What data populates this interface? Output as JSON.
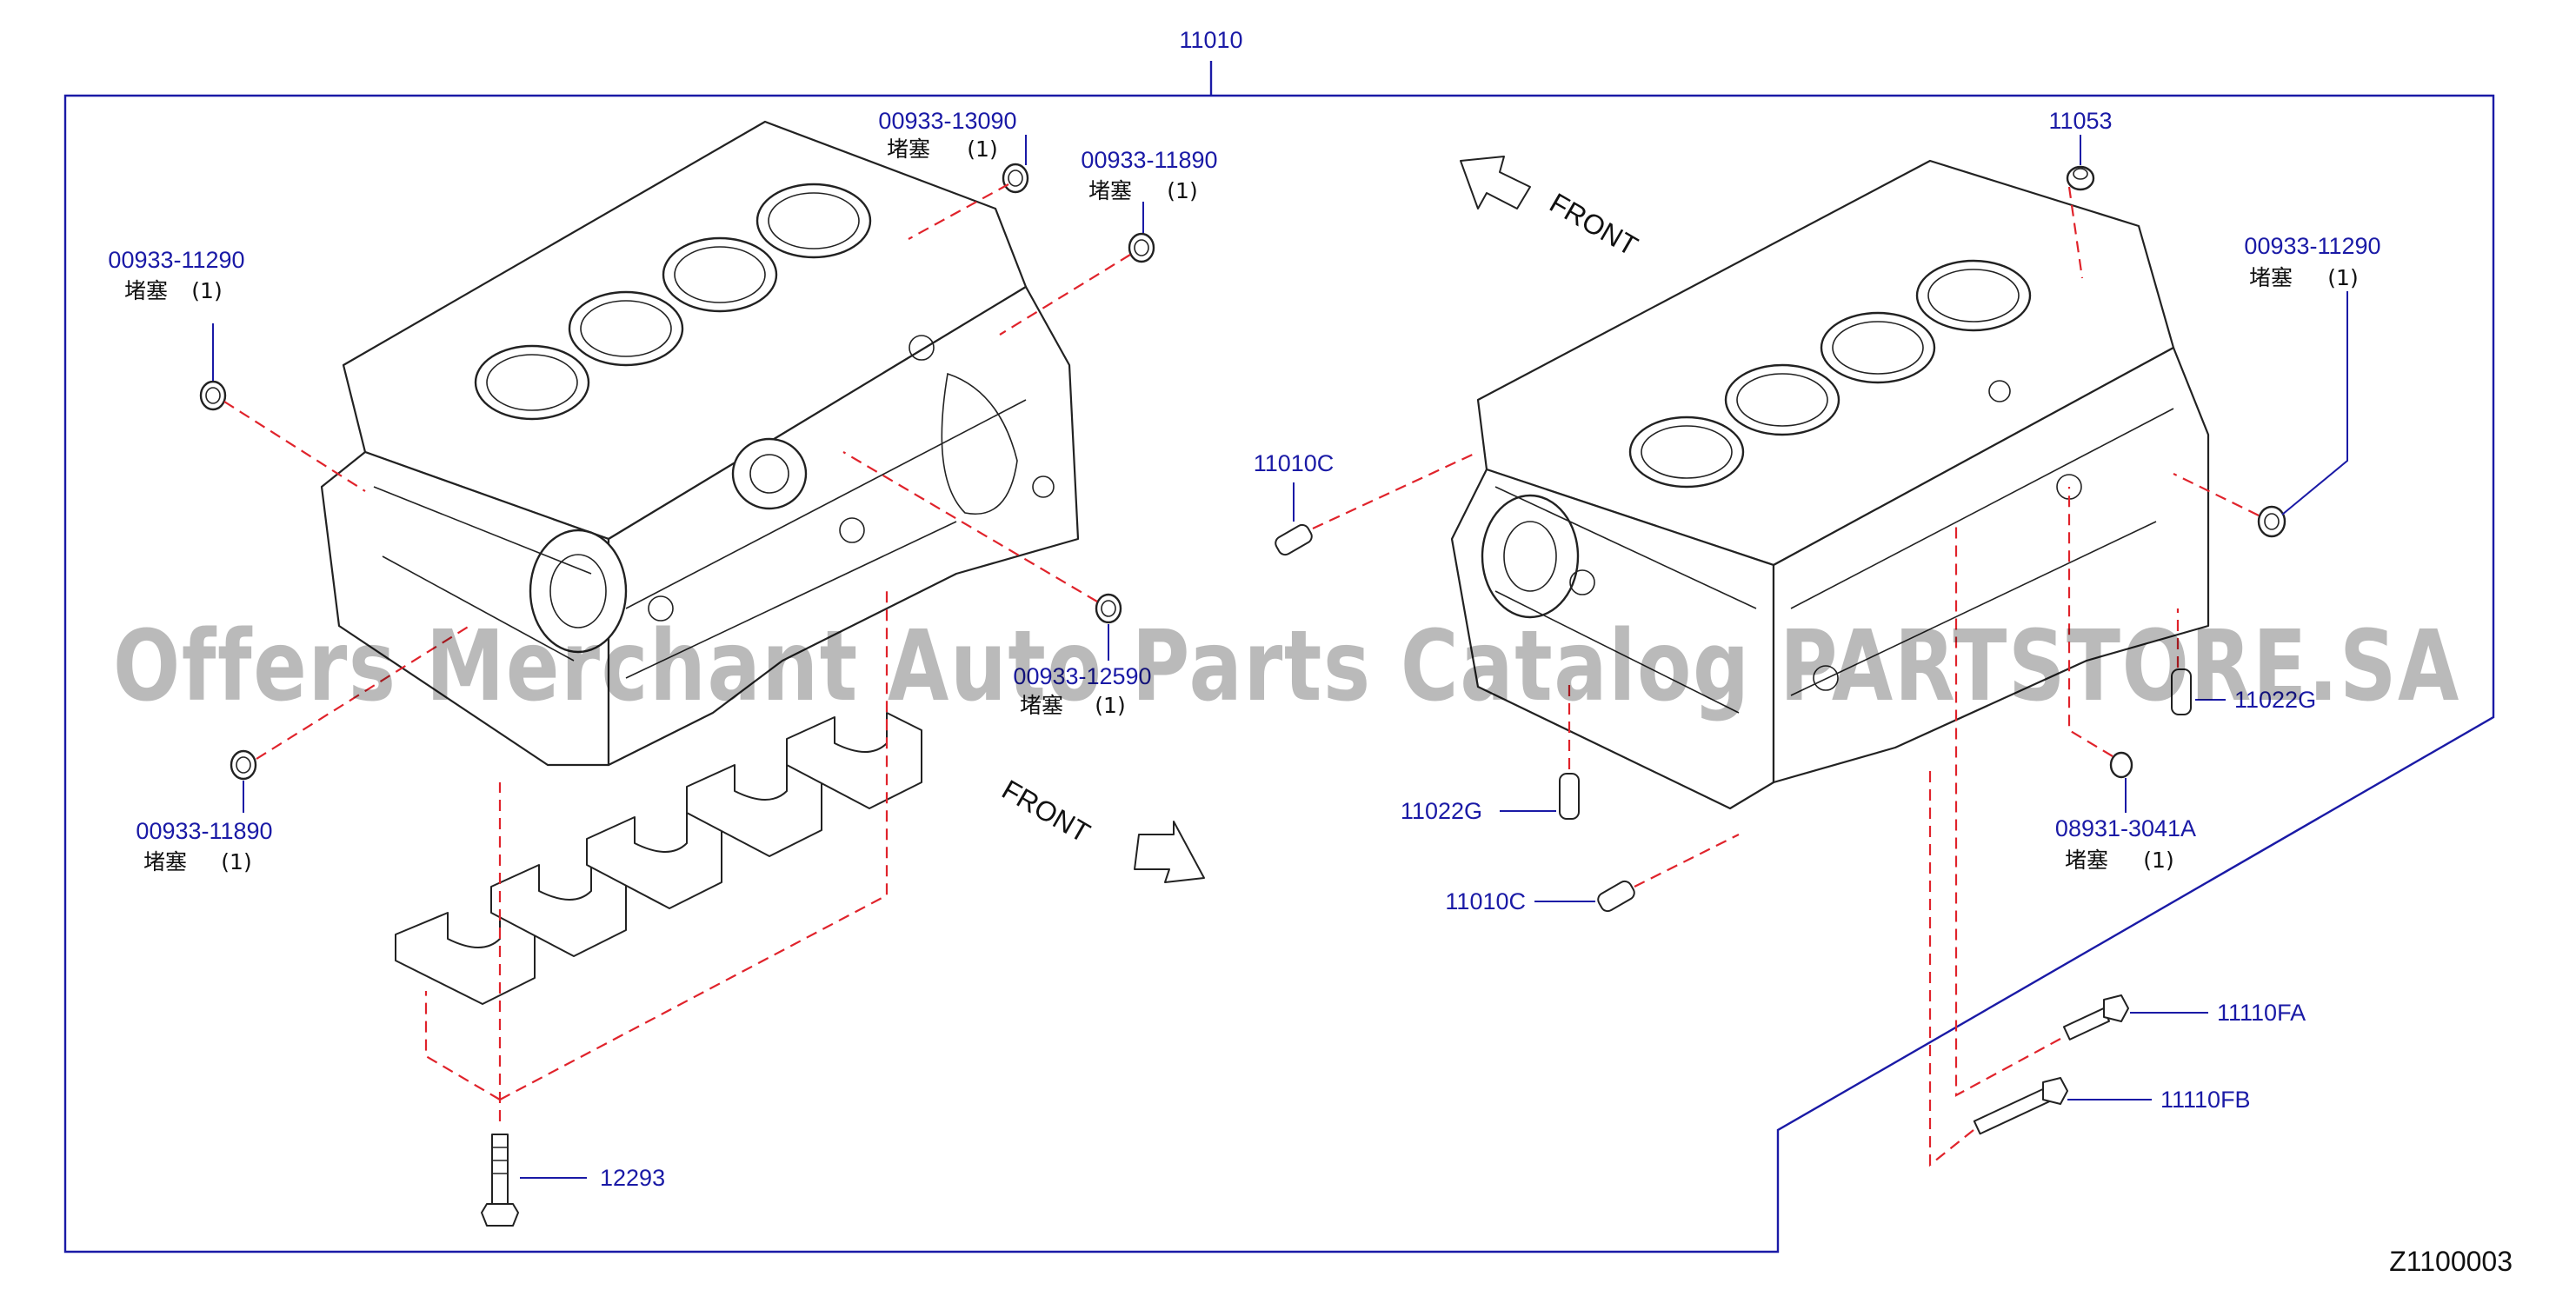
{
  "diagram": {
    "assembly_part": "11010",
    "diagram_code": "Z1100003",
    "watermark": "Offers Merchant Auto Parts Catalog PARTSTORE.SA",
    "front_top": "FRONT",
    "front_bottom": "FRONT",
    "callouts": [
      {
        "id": "plug-13090",
        "part_no": "00933-13090",
        "desc": "堵塞",
        "qty": "(1)"
      },
      {
        "id": "plug-11890-top",
        "part_no": "00933-11890",
        "desc": "堵塞",
        "qty": "(1)"
      },
      {
        "id": "plug-11290-left",
        "part_no": "00933-11290",
        "desc": "堵塞",
        "qty": "(1)"
      },
      {
        "id": "plug-12590",
        "part_no": "00933-12590",
        "desc": "堵塞",
        "qty": "(1)"
      },
      {
        "id": "plug-11890-bottom",
        "part_no": "00933-11890",
        "desc": "堵塞",
        "qty": "(1)"
      },
      {
        "id": "bolt-12293",
        "part_no": "12293"
      },
      {
        "id": "cap-11053",
        "part_no": "11053"
      },
      {
        "id": "plug-11290-right",
        "part_no": "00933-11290",
        "desc": "堵塞",
        "qty": "(1)"
      },
      {
        "id": "dowel-11010c-top",
        "part_no": "11010C"
      },
      {
        "id": "pin-11022g-left",
        "part_no": "11022G"
      },
      {
        "id": "dowel-11010c-bottom",
        "part_no": "11010C"
      },
      {
        "id": "pin-11022g-right",
        "part_no": "11022G"
      },
      {
        "id": "plug-3041a",
        "part_no": "08931-3041A",
        "desc": "堵塞",
        "qty": "(1)"
      },
      {
        "id": "bolt-11110fa",
        "part_no": "11110FA"
      },
      {
        "id": "bolt-11110fb",
        "part_no": "11110FB"
      }
    ]
  }
}
